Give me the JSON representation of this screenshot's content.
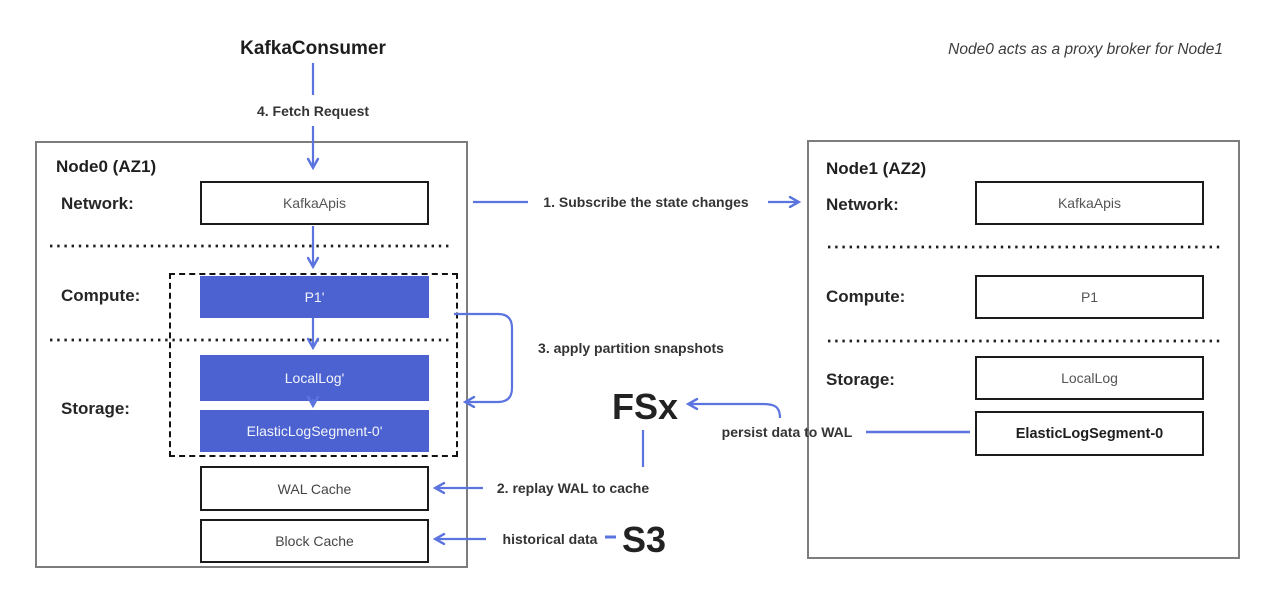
{
  "header": {
    "consumer_label": "KafkaConsumer",
    "note": "Node0 acts as a proxy broker for Node1"
  },
  "flows": {
    "fetch": "4. Fetch Request",
    "subscribe": "1. Subscribe the state changes",
    "replay": "2. replay WAL to cache",
    "apply": "3. apply partition snapshots",
    "persist": "persist data to WAL",
    "historical": "historical data",
    "fsx": "FSx",
    "s3": "S3"
  },
  "node0": {
    "title": "Node0 (AZ1)",
    "network_label": "Network:",
    "compute_label": "Compute:",
    "storage_label": "Storage:",
    "boxes": {
      "kafka_apis": "KafkaApis",
      "partition": "P1'",
      "local_log": "LocalLog'",
      "elastic_log_segment": "ElasticLogSegment-0'",
      "wal_cache": "WAL Cache",
      "block_cache": "Block Cache"
    }
  },
  "node1": {
    "title": "Node1 (AZ2)",
    "network_label": "Network:",
    "compute_label": "Compute:",
    "storage_label": "Storage:",
    "boxes": {
      "kafka_apis": "KafkaApis",
      "partition": "P1",
      "local_log": "LocalLog",
      "elastic_log_segment": "ElasticLogSegment-0"
    }
  },
  "colors": {
    "accent_blue": "#4b62d0",
    "arrow_blue": "#5b74e0",
    "border_dark": "#1b1b1b",
    "node_border": "#7d7d7d"
  }
}
